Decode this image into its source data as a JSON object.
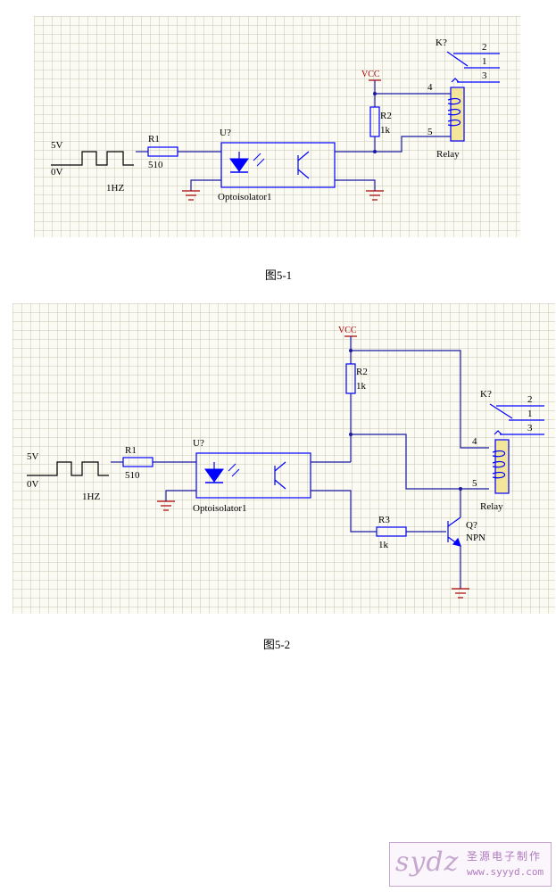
{
  "figures": [
    {
      "caption": "图5-1",
      "input": {
        "high": "5V",
        "low": "0V",
        "freq": "1HZ"
      },
      "r1": {
        "ref": "R1",
        "value": "510"
      },
      "opto": {
        "ref": "U?",
        "name": "Optoisolator1"
      },
      "vcc": "VCC",
      "r2": {
        "ref": "R2",
        "value": "1k"
      },
      "relay": {
        "ref": "K?",
        "name": "Relay",
        "pins": [
          "2",
          "1",
          "3",
          "4",
          "5"
        ]
      }
    },
    {
      "caption": "图5-2",
      "input": {
        "high": "5V",
        "low": "0V",
        "freq": "1HZ"
      },
      "r1": {
        "ref": "R1",
        "value": "510"
      },
      "opto": {
        "ref": "U?",
        "name": "Optoisolator1"
      },
      "vcc": "VCC",
      "r2": {
        "ref": "R2",
        "value": "1k"
      },
      "r3": {
        "ref": "R3",
        "value": "1k"
      },
      "transistor": {
        "ref": "Q?",
        "type": "NPN"
      },
      "relay": {
        "ref": "K?",
        "name": "Relay",
        "pins": [
          "2",
          "1",
          "3",
          "4",
          "5"
        ]
      }
    }
  ],
  "watermark": {
    "logo": "sydz",
    "name": "圣源电子制作",
    "url": "www.syyyd.com"
  },
  "colors": {
    "wire": "#1a1aa0",
    "component": "#0000ff",
    "text": "#000000",
    "vcc": "#aa0000",
    "ground": "#aa0000",
    "relay_fill": "#f3e69a",
    "grid": "#bebeaa"
  }
}
